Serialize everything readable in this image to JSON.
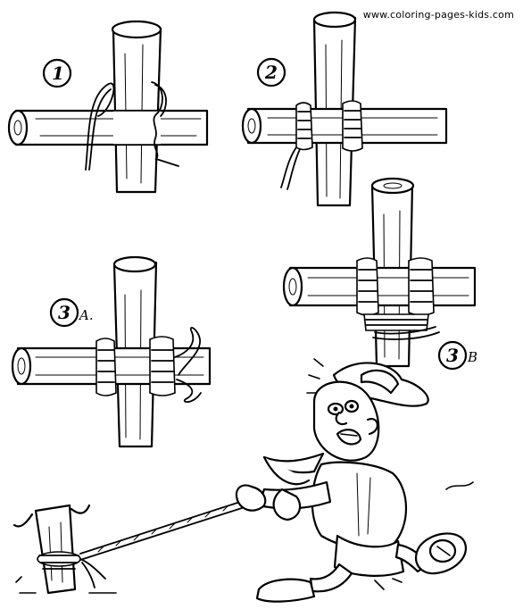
{
  "watermark": "www.coloring-pages-kids.com",
  "steps": [
    {
      "number": "1",
      "suffix": ""
    },
    {
      "number": "2",
      "suffix": ""
    },
    {
      "number": "3",
      "suffix": "A."
    },
    {
      "number": "3",
      "suffix": "B"
    }
  ],
  "icons": [
    "pole-lashing-illustration",
    "scout-cartoon-character",
    "rope",
    "stake"
  ]
}
